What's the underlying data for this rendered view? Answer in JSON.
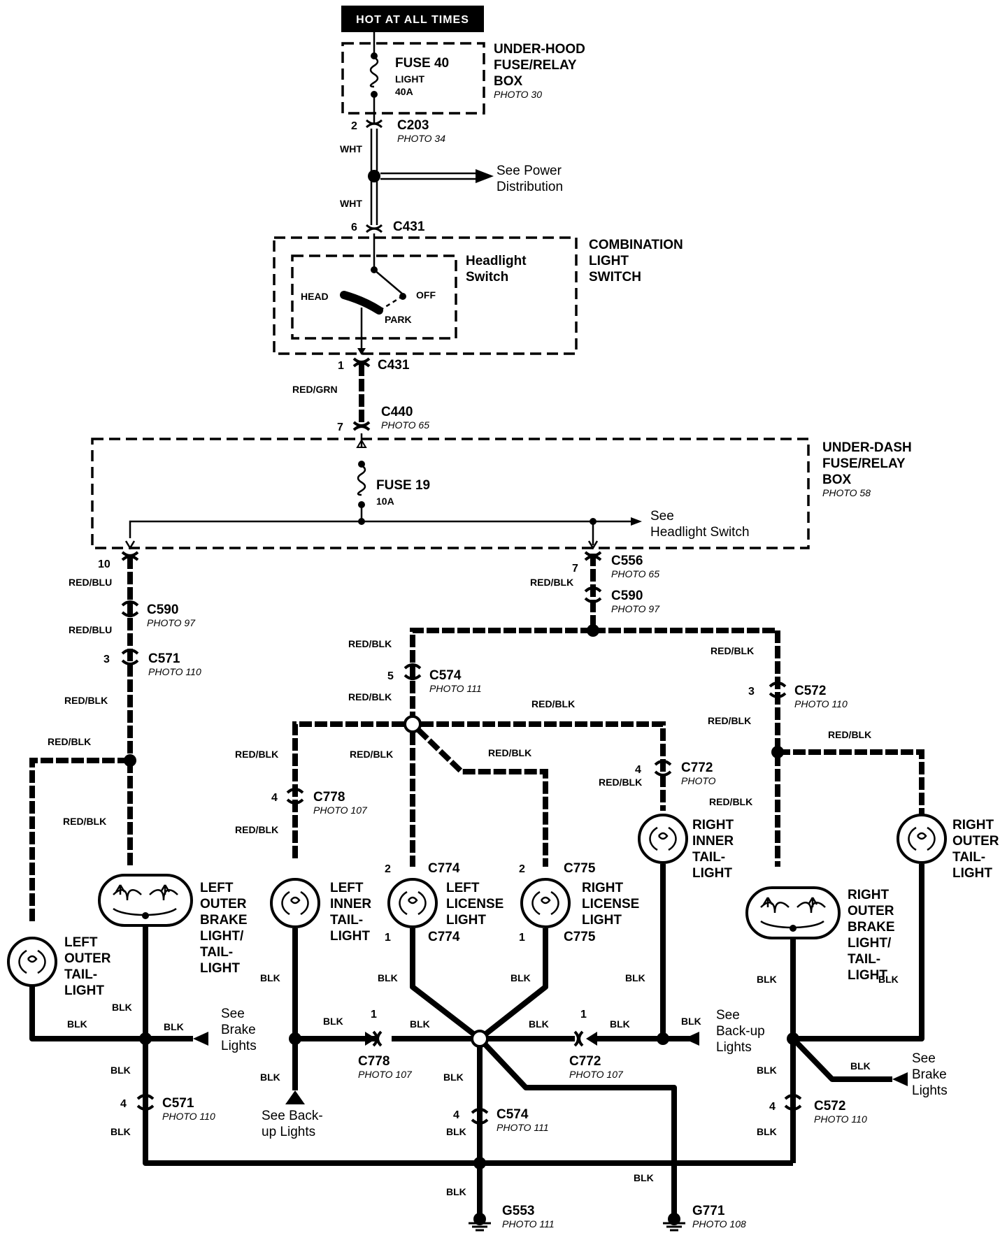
{
  "header": {
    "hot_label": "HOT AT ALL TIMES"
  },
  "underhood": {
    "fuse_name": "FUSE 40",
    "fuse_line1": "LIGHT",
    "fuse_line2": "40A",
    "box_line1": "UNDER-HOOD",
    "box_line2": "FUSE/RELAY",
    "box_line3": "BOX",
    "photo": "PHOTO 30"
  },
  "c203": {
    "pin": "2",
    "name": "C203",
    "photo": "PHOTO 34"
  },
  "wire_wht_1": "WHT",
  "wire_wht_2": "WHT",
  "power_dist": {
    "line1": "See Power",
    "line2": "Distribution"
  },
  "c431_top": {
    "pin": "6",
    "name": "C431"
  },
  "combo": {
    "line1": "COMBINATION",
    "line2": "LIGHT",
    "line3": "SWITCH"
  },
  "headlight_switch": {
    "line1": "Headlight",
    "line2": "Switch",
    "head": "HEAD",
    "off": "OFF",
    "park": "PARK"
  },
  "c431_bot": {
    "pin": "1",
    "name": "C431"
  },
  "wire_red_grn": "RED/GRN",
  "c440": {
    "pin": "7",
    "name": "C440",
    "photo": "PHOTO 65"
  },
  "underdash": {
    "line1": "UNDER-DASH",
    "line2": "FUSE/RELAY",
    "line3": "BOX",
    "photo": "PHOTO 58"
  },
  "fuse19": {
    "name": "FUSE 19",
    "rating": "10A"
  },
  "see_headlight": {
    "line1": "See",
    "line2": "Headlight Switch"
  },
  "left_pin10": "10",
  "wire_red_blu_1": "RED/BLU",
  "wire_red_blu_2": "RED/BLU",
  "c590_left": {
    "name": "C590",
    "photo": "PHOTO 97"
  },
  "c571_top": {
    "pin": "3",
    "name": "C571",
    "photo": "PHOTO 110"
  },
  "c556": {
    "pin": "7",
    "name": "C556",
    "photo": "PHOTO 65"
  },
  "c590_right": {
    "name": "C590",
    "photo": "PHOTO 97"
  },
  "c574_top": {
    "pin": "5",
    "name": "C574",
    "photo": "PHOTO 111"
  },
  "c572_top": {
    "pin": "3",
    "name": "C572",
    "photo": "PHOTO 110"
  },
  "c778_top": {
    "pin": "4",
    "name": "C778",
    "photo": "PHOTO 107"
  },
  "c772_top": {
    "pin": "4",
    "name": "C772",
    "photo": "PHOTO"
  },
  "c774_top": {
    "pin": "2",
    "name": "C774"
  },
  "c775_top": {
    "pin": "2",
    "name": "C775"
  },
  "c774_bot": {
    "pin": "1",
    "name": "C774"
  },
  "c775_bot": {
    "pin": "1",
    "name": "C775"
  },
  "wire_red_blk": "RED/BLK",
  "wire_blk": "BLK",
  "lamps": {
    "left_outer_tail": [
      "LEFT",
      "OUTER",
      "TAIL-",
      "LIGHT"
    ],
    "left_outer_brake": [
      "LEFT",
      "OUTER",
      "BRAKE",
      "LIGHT/",
      "TAIL-",
      "LIGHT"
    ],
    "left_inner_tail": [
      "LEFT",
      "INNER",
      "TAIL-",
      "LIGHT"
    ],
    "left_license": [
      "LEFT",
      "LICENSE",
      "LIGHT"
    ],
    "right_license": [
      "RIGHT",
      "LICENSE",
      "LIGHT"
    ],
    "right_inner_tail": [
      "RIGHT",
      "INNER",
      "TAIL-",
      "LIGHT"
    ],
    "right_outer_tail": [
      "RIGHT",
      "OUTER",
      "TAIL-",
      "LIGHT"
    ],
    "right_outer_brake": [
      "RIGHT",
      "OUTER",
      "BRAKE",
      "LIGHT/",
      "TAIL-",
      "LIGHT"
    ]
  },
  "see_brake_left": [
    "See",
    "Brake",
    "Lights"
  ],
  "see_backup_left": [
    "See Back-",
    "up Lights"
  ],
  "see_backup_right": [
    "See",
    "Back-up",
    "Lights"
  ],
  "see_brake_right": [
    "See",
    "Brake",
    "Lights"
  ],
  "c778_bot": {
    "pin": "1",
    "name": "C778",
    "photo": "PHOTO 107"
  },
  "c772_bot": {
    "pin": "1",
    "name": "C772",
    "photo": "PHOTO 107"
  },
  "c571_bot": {
    "pin": "4",
    "name": "C571",
    "photo": "PHOTO 110"
  },
  "c574_bot": {
    "pin": "4",
    "name": "C574",
    "photo": "PHOTO 111"
  },
  "c572_bot": {
    "pin": "4",
    "name": "C572",
    "photo": "PHOTO 110"
  },
  "g553": {
    "name": "G553",
    "photo": "PHOTO 111"
  },
  "g771": {
    "name": "G771",
    "photo": "PHOTO 108"
  }
}
